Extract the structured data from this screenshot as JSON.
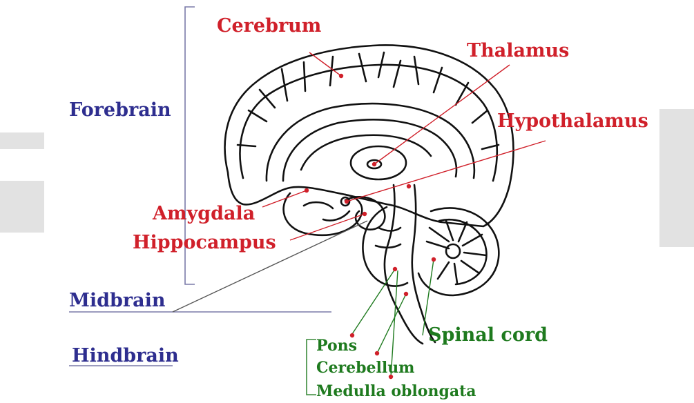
{
  "labels": {
    "cerebrum": "Cerebrum",
    "thalamus": "Thalamus",
    "hypothalamus": "Hypothalamus",
    "amygdala": "Amygdala",
    "hippocampus": "Hippocampus",
    "forebrain": "Forebrain",
    "midbrain": "Midbrain",
    "hindbrain": "Hindbrain",
    "spinal_cord": "Spinal cord",
    "pons": "Pons",
    "cerebellum": "Cerebellum",
    "medulla_oblongata": "Medulla oblongata"
  },
  "colors": {
    "structure_label": "#d0202a",
    "region_label": "#2e2e8f",
    "hindbrain_part_label": "#1e7a1e",
    "outline": "#111111"
  }
}
